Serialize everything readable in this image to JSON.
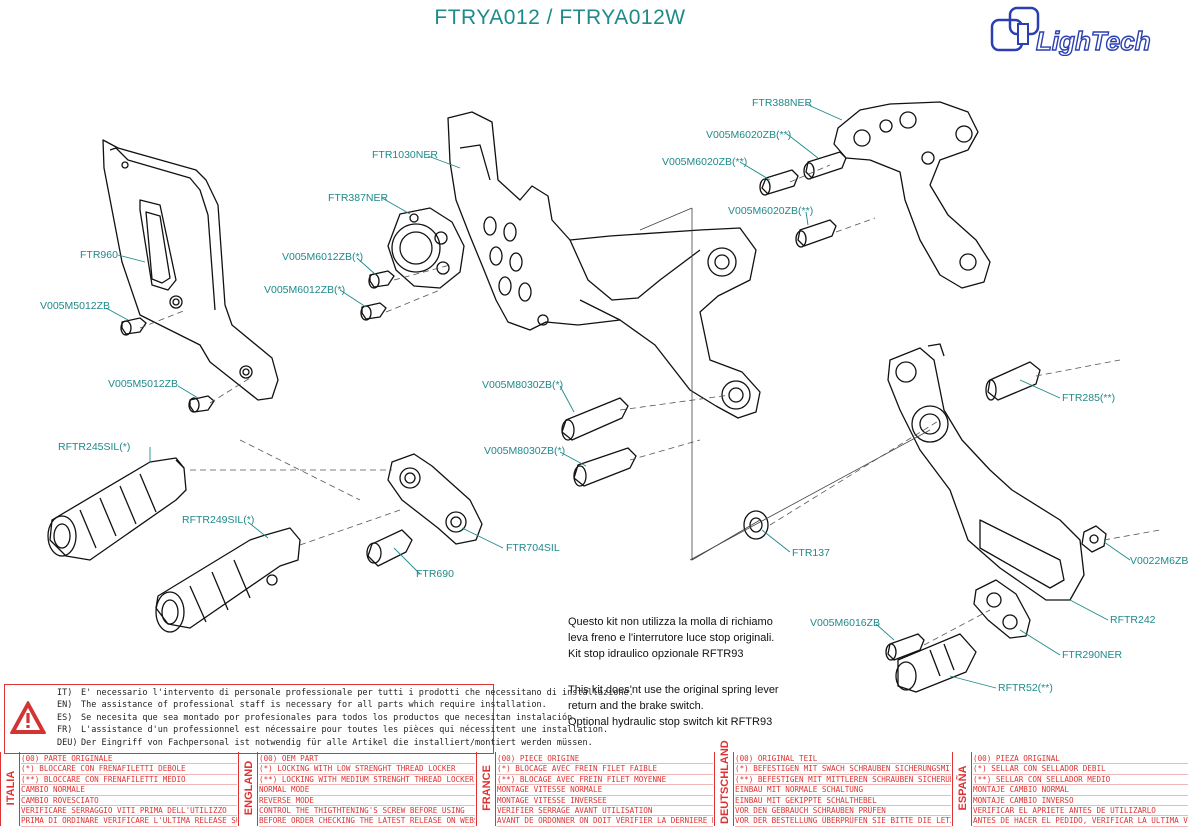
{
  "title": "FTRYA012 / FTRYA012W",
  "brand": "LighTech",
  "colors": {
    "label": "#1f8a8a",
    "warning": "#d33333",
    "brand": "#2a3fb0"
  },
  "parts": [
    {
      "id": "p1",
      "label": "FTR960"
    },
    {
      "id": "p2",
      "label": "V005M5012ZB"
    },
    {
      "id": "p3",
      "label": "V005M5012ZB"
    },
    {
      "id": "p4",
      "label": "FTR1030NER"
    },
    {
      "id": "p5",
      "label": "FTR387NER"
    },
    {
      "id": "p6",
      "label": "V005M6012ZB(*)"
    },
    {
      "id": "p7",
      "label": "V005M6012ZB(*)"
    },
    {
      "id": "p8",
      "label": "FTR388NER"
    },
    {
      "id": "p9",
      "label": "V005M6020ZB(**)"
    },
    {
      "id": "p10",
      "label": "V005M6020ZB(**)"
    },
    {
      "id": "p11",
      "label": "V005M6020ZB(**)"
    },
    {
      "id": "p12",
      "label": "RFTR245SIL(*)"
    },
    {
      "id": "p13",
      "label": "RFTR249SIL(*)"
    },
    {
      "id": "p14",
      "label": "FTR704SIL"
    },
    {
      "id": "p15",
      "label": "FTR690"
    },
    {
      "id": "p16",
      "label": "V005M8030ZB(*)"
    },
    {
      "id": "p17",
      "label": "V005M8030ZB(*)"
    },
    {
      "id": "p18",
      "label": "FTR285(**)"
    },
    {
      "id": "p19",
      "label": "FTR137"
    },
    {
      "id": "p20",
      "label": "V0022M6ZB"
    },
    {
      "id": "p21",
      "label": "RFTR242"
    },
    {
      "id": "p22",
      "label": "V005M6016ZB"
    },
    {
      "id": "p23",
      "label": "FTR290NER"
    },
    {
      "id": "p24",
      "label": "RFTR52(**)"
    }
  ],
  "notes": {
    "it": [
      "Questo kit non utilizza la molla di richiamo",
      "leva freno e l'interrutore luce stop originali.",
      "Kit stop idraulico opzionale RFTR93"
    ],
    "en": [
      "This kit does'nt use the original spring lever",
      "return and the brake switch.",
      "Optional hydraulic stop switch kit RFTR93"
    ]
  },
  "warning": [
    {
      "code": "IT)",
      "text": "E' necessario l'intervento di personale professionale per tutti i prodotti che necessitano di installazione."
    },
    {
      "code": "EN)",
      "text": "The assistance of professional staff is necessary for all parts which require installation."
    },
    {
      "code": "ES)",
      "text": "Se necesita que sea montado por profesionales para todos los productos que necesitan instalación."
    },
    {
      "code": "FR)",
      "text": "L'assistance d'un professionnel est nécessaire pour toutes les pièces qui nécessitent une installation."
    },
    {
      "code": "DEU)",
      "text": "Der Eingriff von Fachpersonal ist notwendig  für alle Artikel die installiert/montiert werden müssen."
    }
  ],
  "legend": [
    {
      "country": "ITALIA",
      "rows": [
        "(00) PARTE ORIGINALE",
        "(*)   BLOCCARE CON FRENAFILETTI DEBOLE",
        "(**)  BLOCCARE CON FRENAFILETTI MEDIO",
        "CAMBIO NORMALE",
        "CAMBIO ROVESCIATO",
        "VERIFICARE SERRAGGIO VITI PRIMA DELL'UTILIZZO",
        "PRIMA DI ORDINARE VERIFICARE L'ULTIMA RELEASE SUL SITO"
      ]
    },
    {
      "country": "ENGLAND",
      "rows": [
        "(00) OEM PART",
        "(*)   LOCKING WITH LOW STRENGHT THREAD LOCKER",
        "(**)  LOCKING WITH MEDIUM STRENGHT THREAD LOCKER",
        "NORMAL MODE",
        "REVERSE MODE",
        "CONTROL THE THIGTHTENING'S SCREW BEFORE USING",
        "BEFORE ORDER CHECKING THE LATEST RELEASE ON WEBSITE"
      ]
    },
    {
      "country": "FRANCE",
      "rows": [
        "(00) PIECE ORIGINE",
        "(*)   BLOCAGE AVEC FREIN FILET FAIBLE",
        "(**)  BLOCAGE AVEC FREIN FILET MOYENNE",
        "MONTAGE VITESSE NORMALE",
        "MONTAGE VITESSE INVERSEE",
        "VERIFIER SERRAGE AVANT UTILISATION",
        "AVANT DE ORDONNER ON DOIT VÉRIFIER LA DERNIERE RELEASE SUR LE SITE INTERNET"
      ]
    },
    {
      "country": "DEUTSCHLAND",
      "rows": [
        "(00) ORIGINAL TEIL",
        "(*)   BEFESTIGEN MIT SWACH SCHRAUBEN SICHERUNGSMITTEL",
        "(**)  BEFESTIGEN MIT MITTLEREN SCHRAUBEN SICHERUNGSMITTEL",
        "EINBAU MIT NORMALE SCHALTUNG",
        "EINBAU MIT GEKIPPTE SCHALTHEBEL",
        "VOR DEN GEBRAUCH SCHRAUBEN PRÜFEN",
        "VOR DER BESTELLUNG ÜBERPRÜFEN SIE BITTE DIE LETZTE VERSION DIESER ARTIKEL AUF DER INTERNET SEITE VON LIGHTECH"
      ]
    },
    {
      "country": "ESPAÑA",
      "rows": [
        "(00) PIEZA ORIGINAL",
        "(*)   SELLAR CON SELLADOR DEBIL",
        "(**)  SELLAR CON SELLADOR MEDIO",
        "MONTAJE  CAMBIO NORMAL",
        "MONTAJE CAMBIO INVERSO",
        "VERIFICAR EL APRIETE ANTES DE UTILIZARLO",
        "ANTES DE HACER EL PEDIDO, VERIFICAR LA ULTIMA VERSION EN LA WEB LIGHTECH"
      ]
    }
  ]
}
